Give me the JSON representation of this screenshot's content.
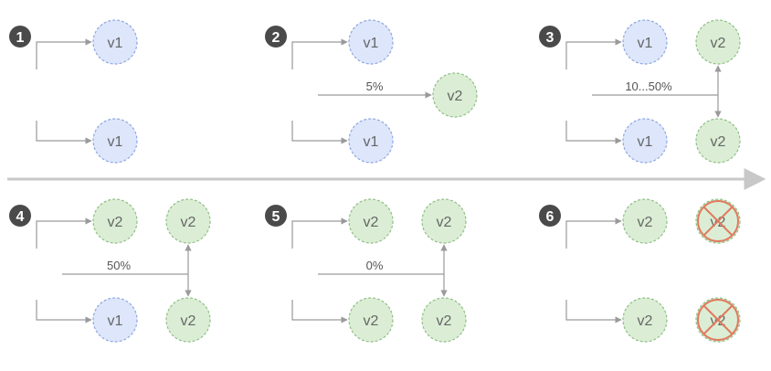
{
  "colors": {
    "v1_fill": "#dde6fb",
    "v1_stroke": "#8fa8e0",
    "v2_fill": "#dbeed5",
    "v2_stroke": "#8fbf86",
    "badge": "#4a4a4a",
    "line": "#9a9a9a",
    "timeline": "#c8c8c8",
    "logo": "#5aa28a",
    "cross": "#e07a5f"
  },
  "steps": [
    {
      "number": "1",
      "top": "v1",
      "bottom": "v1",
      "percent": ""
    },
    {
      "number": "2",
      "top": "v1",
      "bottom": "v1",
      "percent": "5%",
      "middle_target": "v2"
    },
    {
      "number": "3",
      "top": "v1",
      "bottom": "v1",
      "percent": "10...50%",
      "right_top": "v2",
      "right_bottom": "v2"
    },
    {
      "number": "4",
      "top": "v2",
      "bottom": "v1",
      "percent": "50%",
      "right_top": "v2",
      "right_bottom": "v2"
    },
    {
      "number": "5",
      "top": "v2",
      "bottom": "v2",
      "percent": "0%",
      "right_top": "v2",
      "right_bottom": "v2"
    },
    {
      "number": "6",
      "top": "v2",
      "bottom": "v2",
      "percent": "",
      "right_top": "v2",
      "right_bottom": "v2",
      "right_removed": true
    }
  ],
  "icons": {
    "router": "mesh-router-icon",
    "timeline": "timeline-arrow-icon",
    "removed": "removed-cross-icon"
  }
}
